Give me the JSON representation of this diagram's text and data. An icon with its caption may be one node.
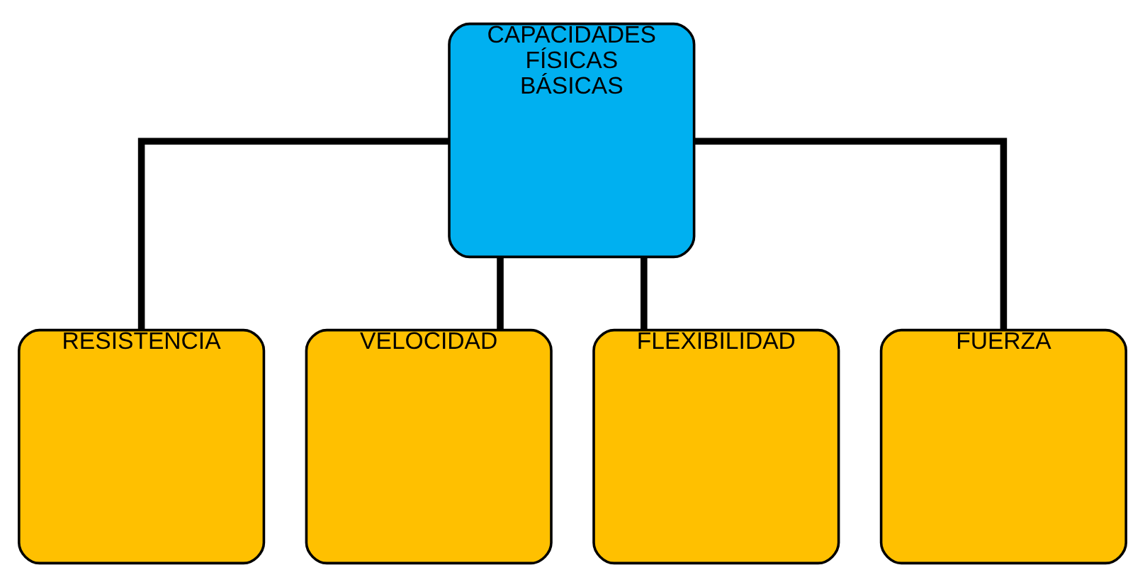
{
  "diagram": {
    "nodes": [
      {
        "text": [
          "CAPACIDADES FÍSICAS BÁSICAS"
        ]
      },
      {
        "text": [
          "RESISTENCIA"
        ]
      },
      {
        "text": [
          "VELOCIDAD"
        ]
      },
      {
        "text": [
          "FLEXIBILIDAD"
        ]
      },
      {
        "text": [
          "FUERZA"
        ]
      }
    ],
    "edges": [
      {
        "from": 0,
        "to": 1,
        "arrow": "none"
      },
      {
        "from": 0,
        "to": 2,
        "arrow": "none"
      },
      {
        "from": 0,
        "to": 3,
        "arrow": "none"
      },
      {
        "from": 0,
        "to": 4,
        "arrow": "none"
      }
    ]
  }
}
